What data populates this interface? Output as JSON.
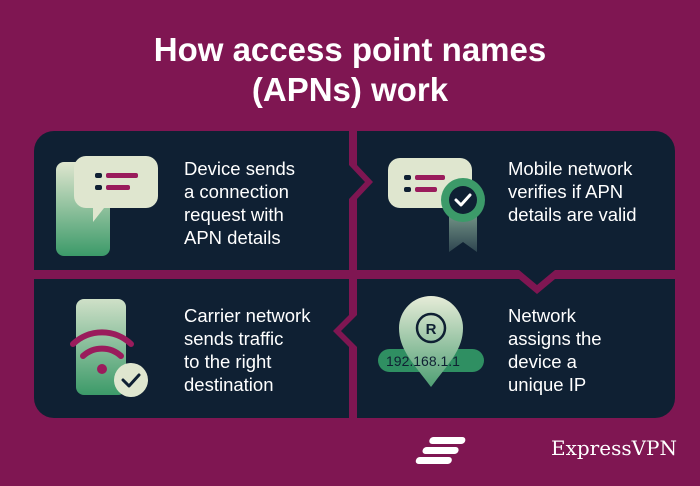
{
  "title": {
    "line1": "How access point names",
    "line2": "(APNs) work"
  },
  "colors": {
    "background": "#7f1652",
    "card": "#0f2033",
    "accent": "#9a1c5c",
    "green": "#2f8f62",
    "pale": "#dfe6cf"
  },
  "steps": [
    {
      "lines": [
        "Device sends",
        "a connection",
        "request with",
        "APN details"
      ],
      "icon": "phone-chat-icon"
    },
    {
      "lines": [
        "Mobile network",
        "verifies if APN",
        "details are valid"
      ],
      "icon": "verified-badge-icon"
    },
    {
      "lines": [
        "Carrier network",
        "sends traffic",
        "to the right",
        "destination"
      ],
      "icon": "phone-wifi-check-icon"
    },
    {
      "lines": [
        "Network",
        "assigns the",
        "device a",
        "unique IP"
      ],
      "icon": "location-pin-icon"
    }
  ],
  "ip_label": "192.168.1.1",
  "brand": {
    "name": "ExpressVPN"
  }
}
